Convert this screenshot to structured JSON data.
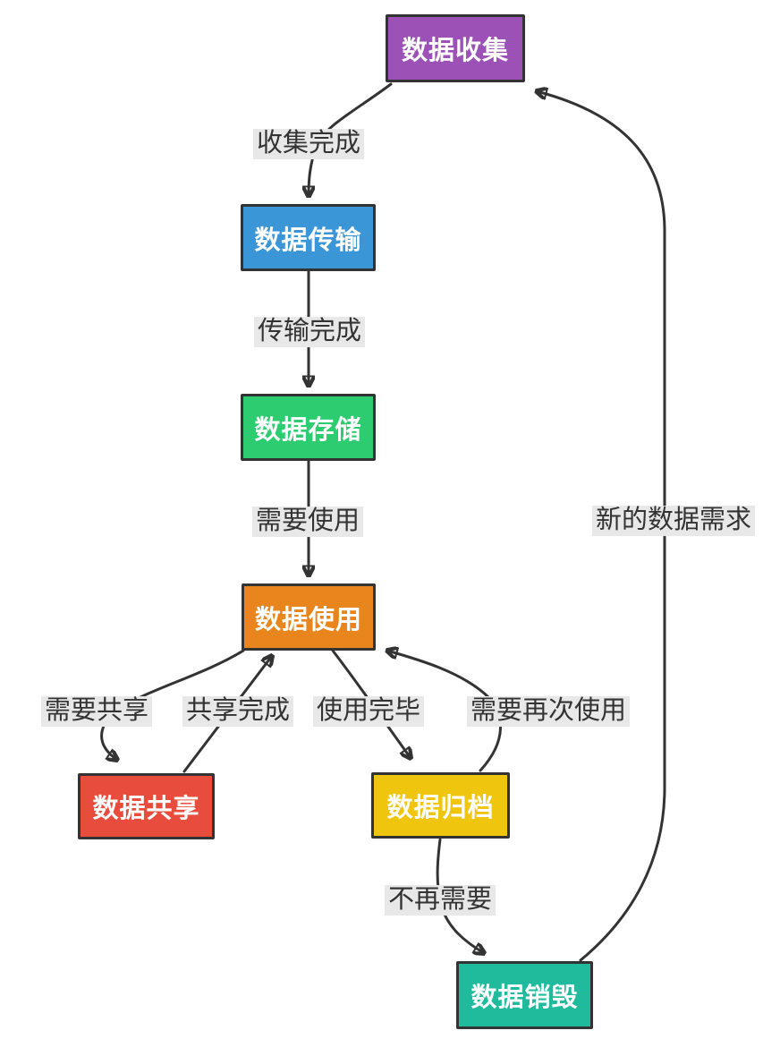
{
  "diagram": {
    "type": "flowchart",
    "direction": "top-down"
  },
  "nodes": {
    "collect": {
      "label": "数据收集",
      "color": "#9b51b5"
    },
    "transfer": {
      "label": "数据传输",
      "color": "#3b96d8"
    },
    "store": {
      "label": "数据存储",
      "color": "#2ecc71"
    },
    "use": {
      "label": "数据使用",
      "color": "#e8861d"
    },
    "share": {
      "label": "数据共享",
      "color": "#e74c3c"
    },
    "archive": {
      "label": "数据归档",
      "color": "#efc50e"
    },
    "destroy": {
      "label": "数据销毁",
      "color": "#20bb9c"
    }
  },
  "edges": [
    {
      "from": "数据收集",
      "to": "数据传输",
      "label": "收集完成"
    },
    {
      "from": "数据传输",
      "to": "数据存储",
      "label": "传输完成"
    },
    {
      "from": "数据存储",
      "to": "数据使用",
      "label": "需要使用"
    },
    {
      "from": "数据使用",
      "to": "数据共享",
      "label": "需要共享"
    },
    {
      "from": "数据共享",
      "to": "数据使用",
      "label": "共享完成"
    },
    {
      "from": "数据使用",
      "to": "数据归档",
      "label": "使用完毕"
    },
    {
      "from": "数据归档",
      "to": "数据使用",
      "label": "需要再次使用"
    },
    {
      "from": "数据归档",
      "to": "数据销毁",
      "label": "不再需要"
    },
    {
      "from": "数据销毁",
      "to": "数据收集",
      "label": "新的数据需求"
    }
  ],
  "colors": {
    "edge_stroke": "#333333",
    "node_border": "#333333",
    "node_text": "#ffffff",
    "edge_label_bg": "#e8e8e8",
    "edge_label_text": "#333333",
    "background": "#ffffff"
  }
}
